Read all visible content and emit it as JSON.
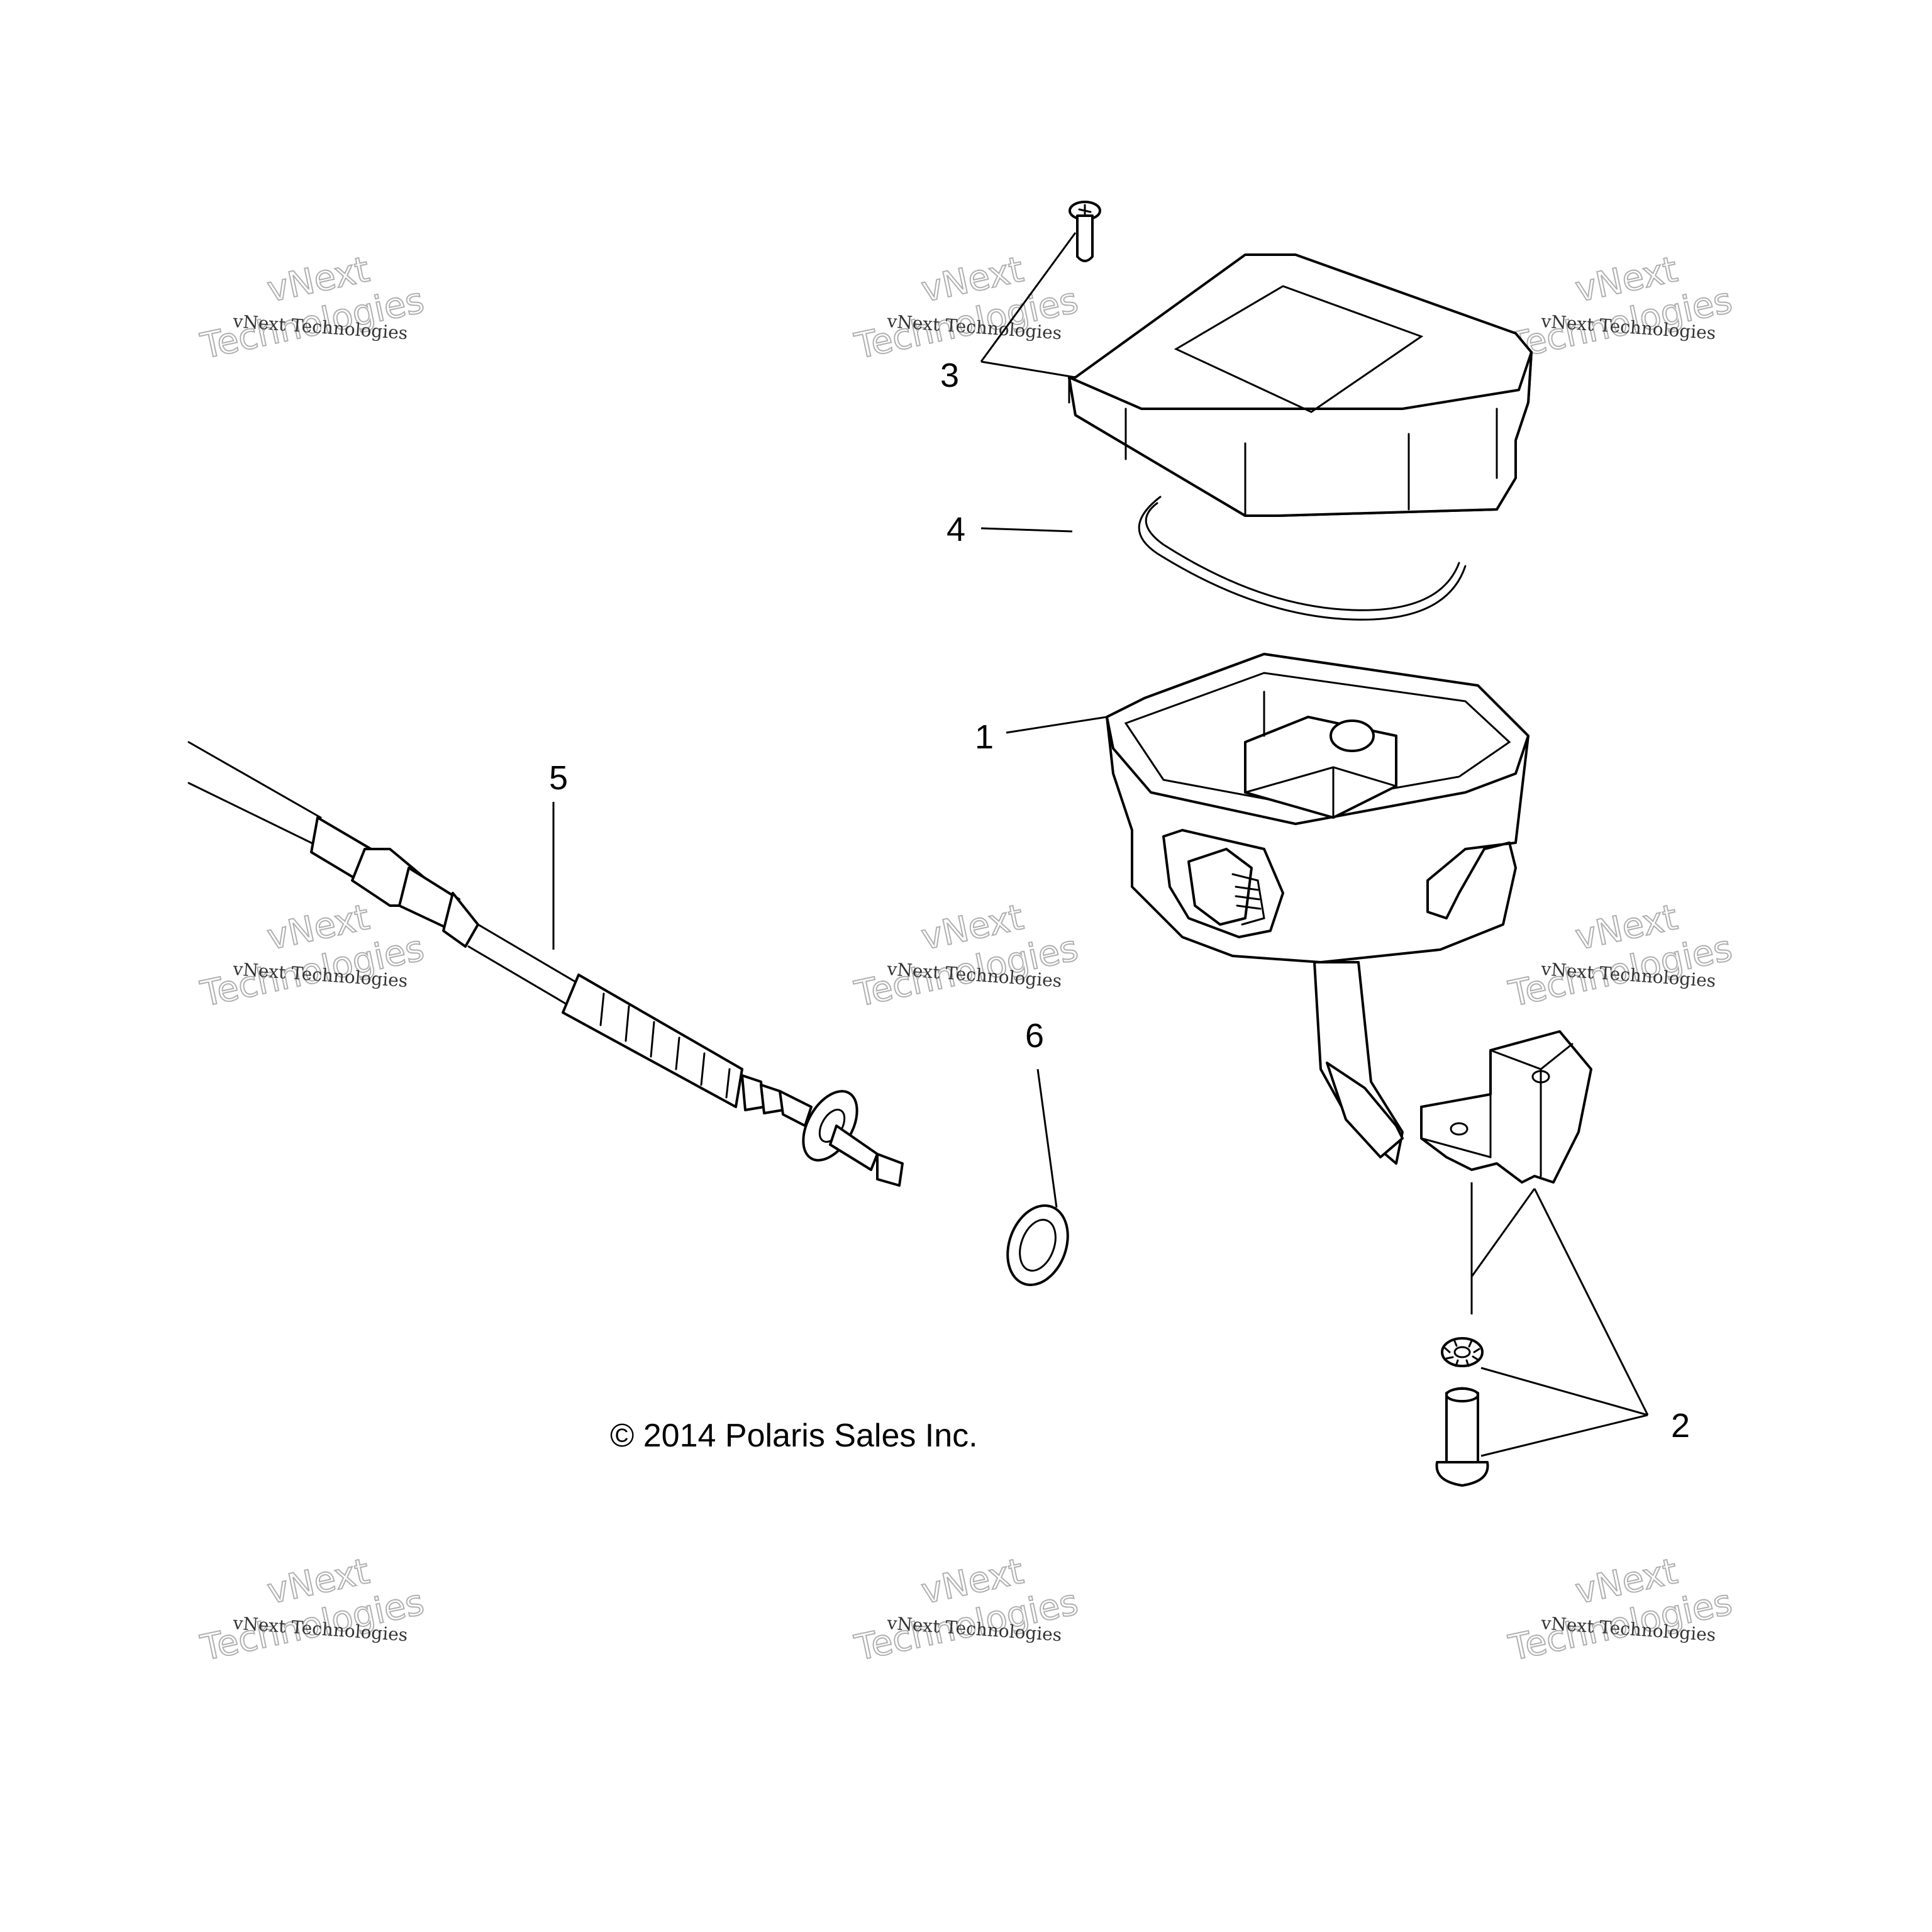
{
  "diagram": {
    "copyright": "© 2014 Polaris Sales Inc.",
    "callouts": [
      {
        "id": "1",
        "label": "1"
      },
      {
        "id": "2",
        "label": "2"
      },
      {
        "id": "3",
        "label": "3"
      },
      {
        "id": "4",
        "label": "4"
      },
      {
        "id": "5",
        "label": "5"
      },
      {
        "id": "6",
        "label": "6"
      }
    ],
    "watermark": {
      "line_small": "vNext Technologies",
      "line_top": "vNext",
      "line_bottom": "Technologies"
    },
    "colors": {
      "ink": "#000000",
      "background": "#ffffff",
      "watermark": "#b0b0b0"
    }
  }
}
